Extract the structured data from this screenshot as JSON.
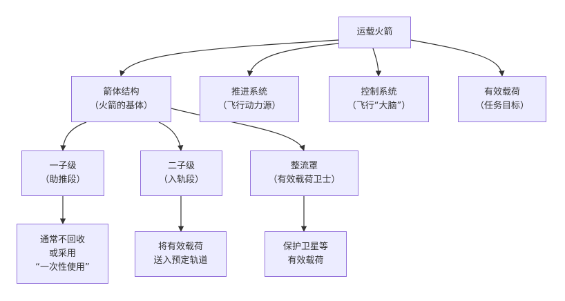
{
  "nodes": {
    "root": {
      "lines": [
        "运载火箭"
      ]
    },
    "structure": {
      "lines": [
        "箭体结构",
        "（火箭的基体）"
      ]
    },
    "propulsion": {
      "lines": [
        "推进系统",
        "（飞行动力源）"
      ]
    },
    "control": {
      "lines": [
        "控制系统",
        "（飞行“大脑”）"
      ]
    },
    "payload": {
      "lines": [
        "有效载荷",
        "（任务目标）"
      ]
    },
    "stage1": {
      "lines": [
        "一子级",
        "（助推段）"
      ]
    },
    "stage2": {
      "lines": [
        "二子级",
        "（入轨段）"
      ]
    },
    "fairing": {
      "lines": [
        "整流罩",
        "（有效载荷卫士）"
      ]
    },
    "stage1_note": {
      "lines": [
        "通常不回收",
        "或采用",
        "“一次性使用”"
      ]
    },
    "stage2_note": {
      "lines": [
        "将有效载荷",
        "送入预定轨道"
      ]
    },
    "fairing_note": {
      "lines": [
        "保护卫星等",
        "有效载荷"
      ]
    }
  },
  "edges": [
    {
      "from": "root",
      "to": "structure"
    },
    {
      "from": "root",
      "to": "propulsion"
    },
    {
      "from": "root",
      "to": "control"
    },
    {
      "from": "root",
      "to": "payload"
    },
    {
      "from": "structure",
      "to": "stage1"
    },
    {
      "from": "structure",
      "to": "stage2"
    },
    {
      "from": "structure",
      "to": "fairing"
    },
    {
      "from": "stage1",
      "to": "stage1_note"
    },
    {
      "from": "stage2",
      "to": "stage2_note"
    },
    {
      "from": "fairing",
      "to": "fairing_note"
    }
  ],
  "colors": {
    "node_fill": "#ECECFF",
    "node_border": "#9370DB",
    "text": "#333333",
    "edge": "#333333"
  }
}
